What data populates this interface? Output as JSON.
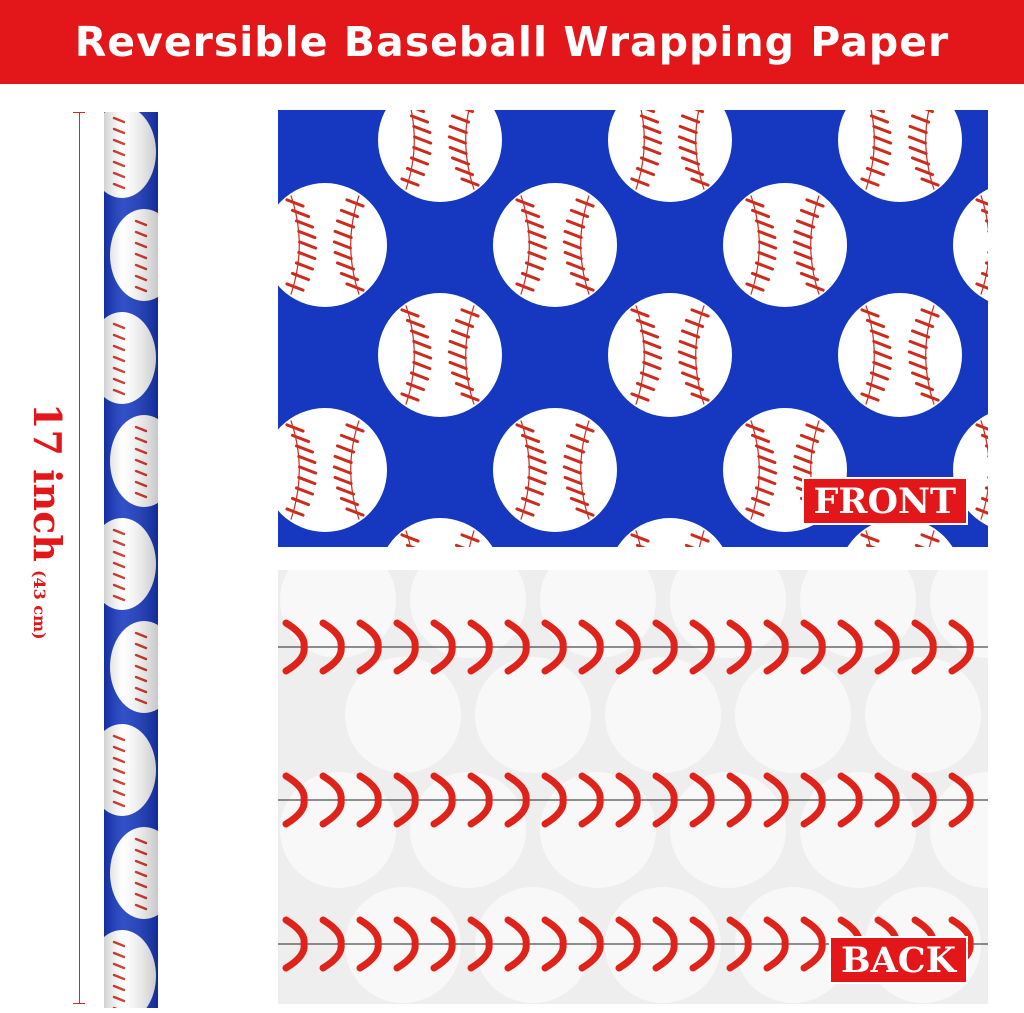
{
  "banner": {
    "title": "Reversible Baseball Wrapping Paper"
  },
  "measurement": {
    "size_label": "17 inch",
    "metric_label": "(43 cm)"
  },
  "panels": {
    "front_label": "FRONT",
    "back_label": "BACK"
  },
  "colors": {
    "accent_red": "#e3161a",
    "paper_blue": "#1638c0",
    "ball_white": "#ffffff",
    "stitch_red": "#cc2b1d",
    "back_bg": "#eeeeee"
  },
  "icons": [
    "baseball-icon",
    "baseball-stitch-icon"
  ]
}
